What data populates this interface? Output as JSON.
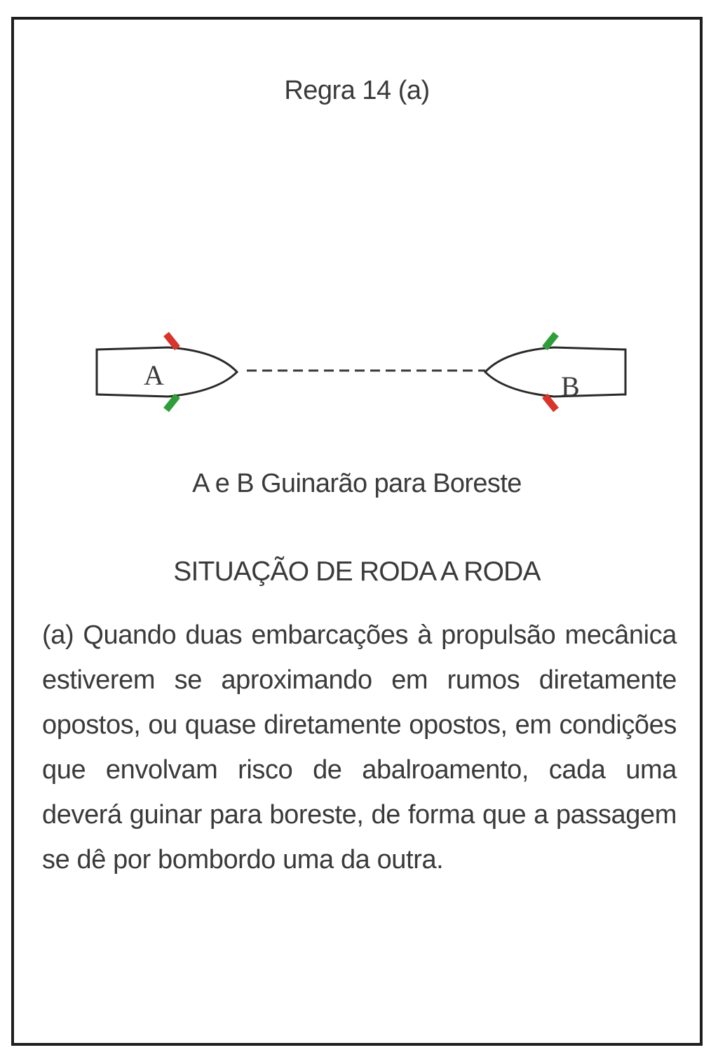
{
  "rule_title": "Regra 14 (a)",
  "diagram": {
    "vessel_a_label": "A",
    "vessel_b_label": "B",
    "colors": {
      "port_light": "#d9342b",
      "starboard_light": "#2e9e3a",
      "hull_stroke": "#2a2a2a"
    }
  },
  "caption": "A e B  Guinarão para Boreste",
  "situation_heading": "SITUAÇÃO DE RODA  A  RODA",
  "rule_text": "(a) Quando duas embarcações à propulsão mecânica estiverem se aproximando em rumos diretamente opostos, ou quase diretamente opostos, em condições que envolvam risco de abalroamento, cada uma deverá  guinar para boreste, de forma que a passagem se dê por bombordo uma da outra."
}
